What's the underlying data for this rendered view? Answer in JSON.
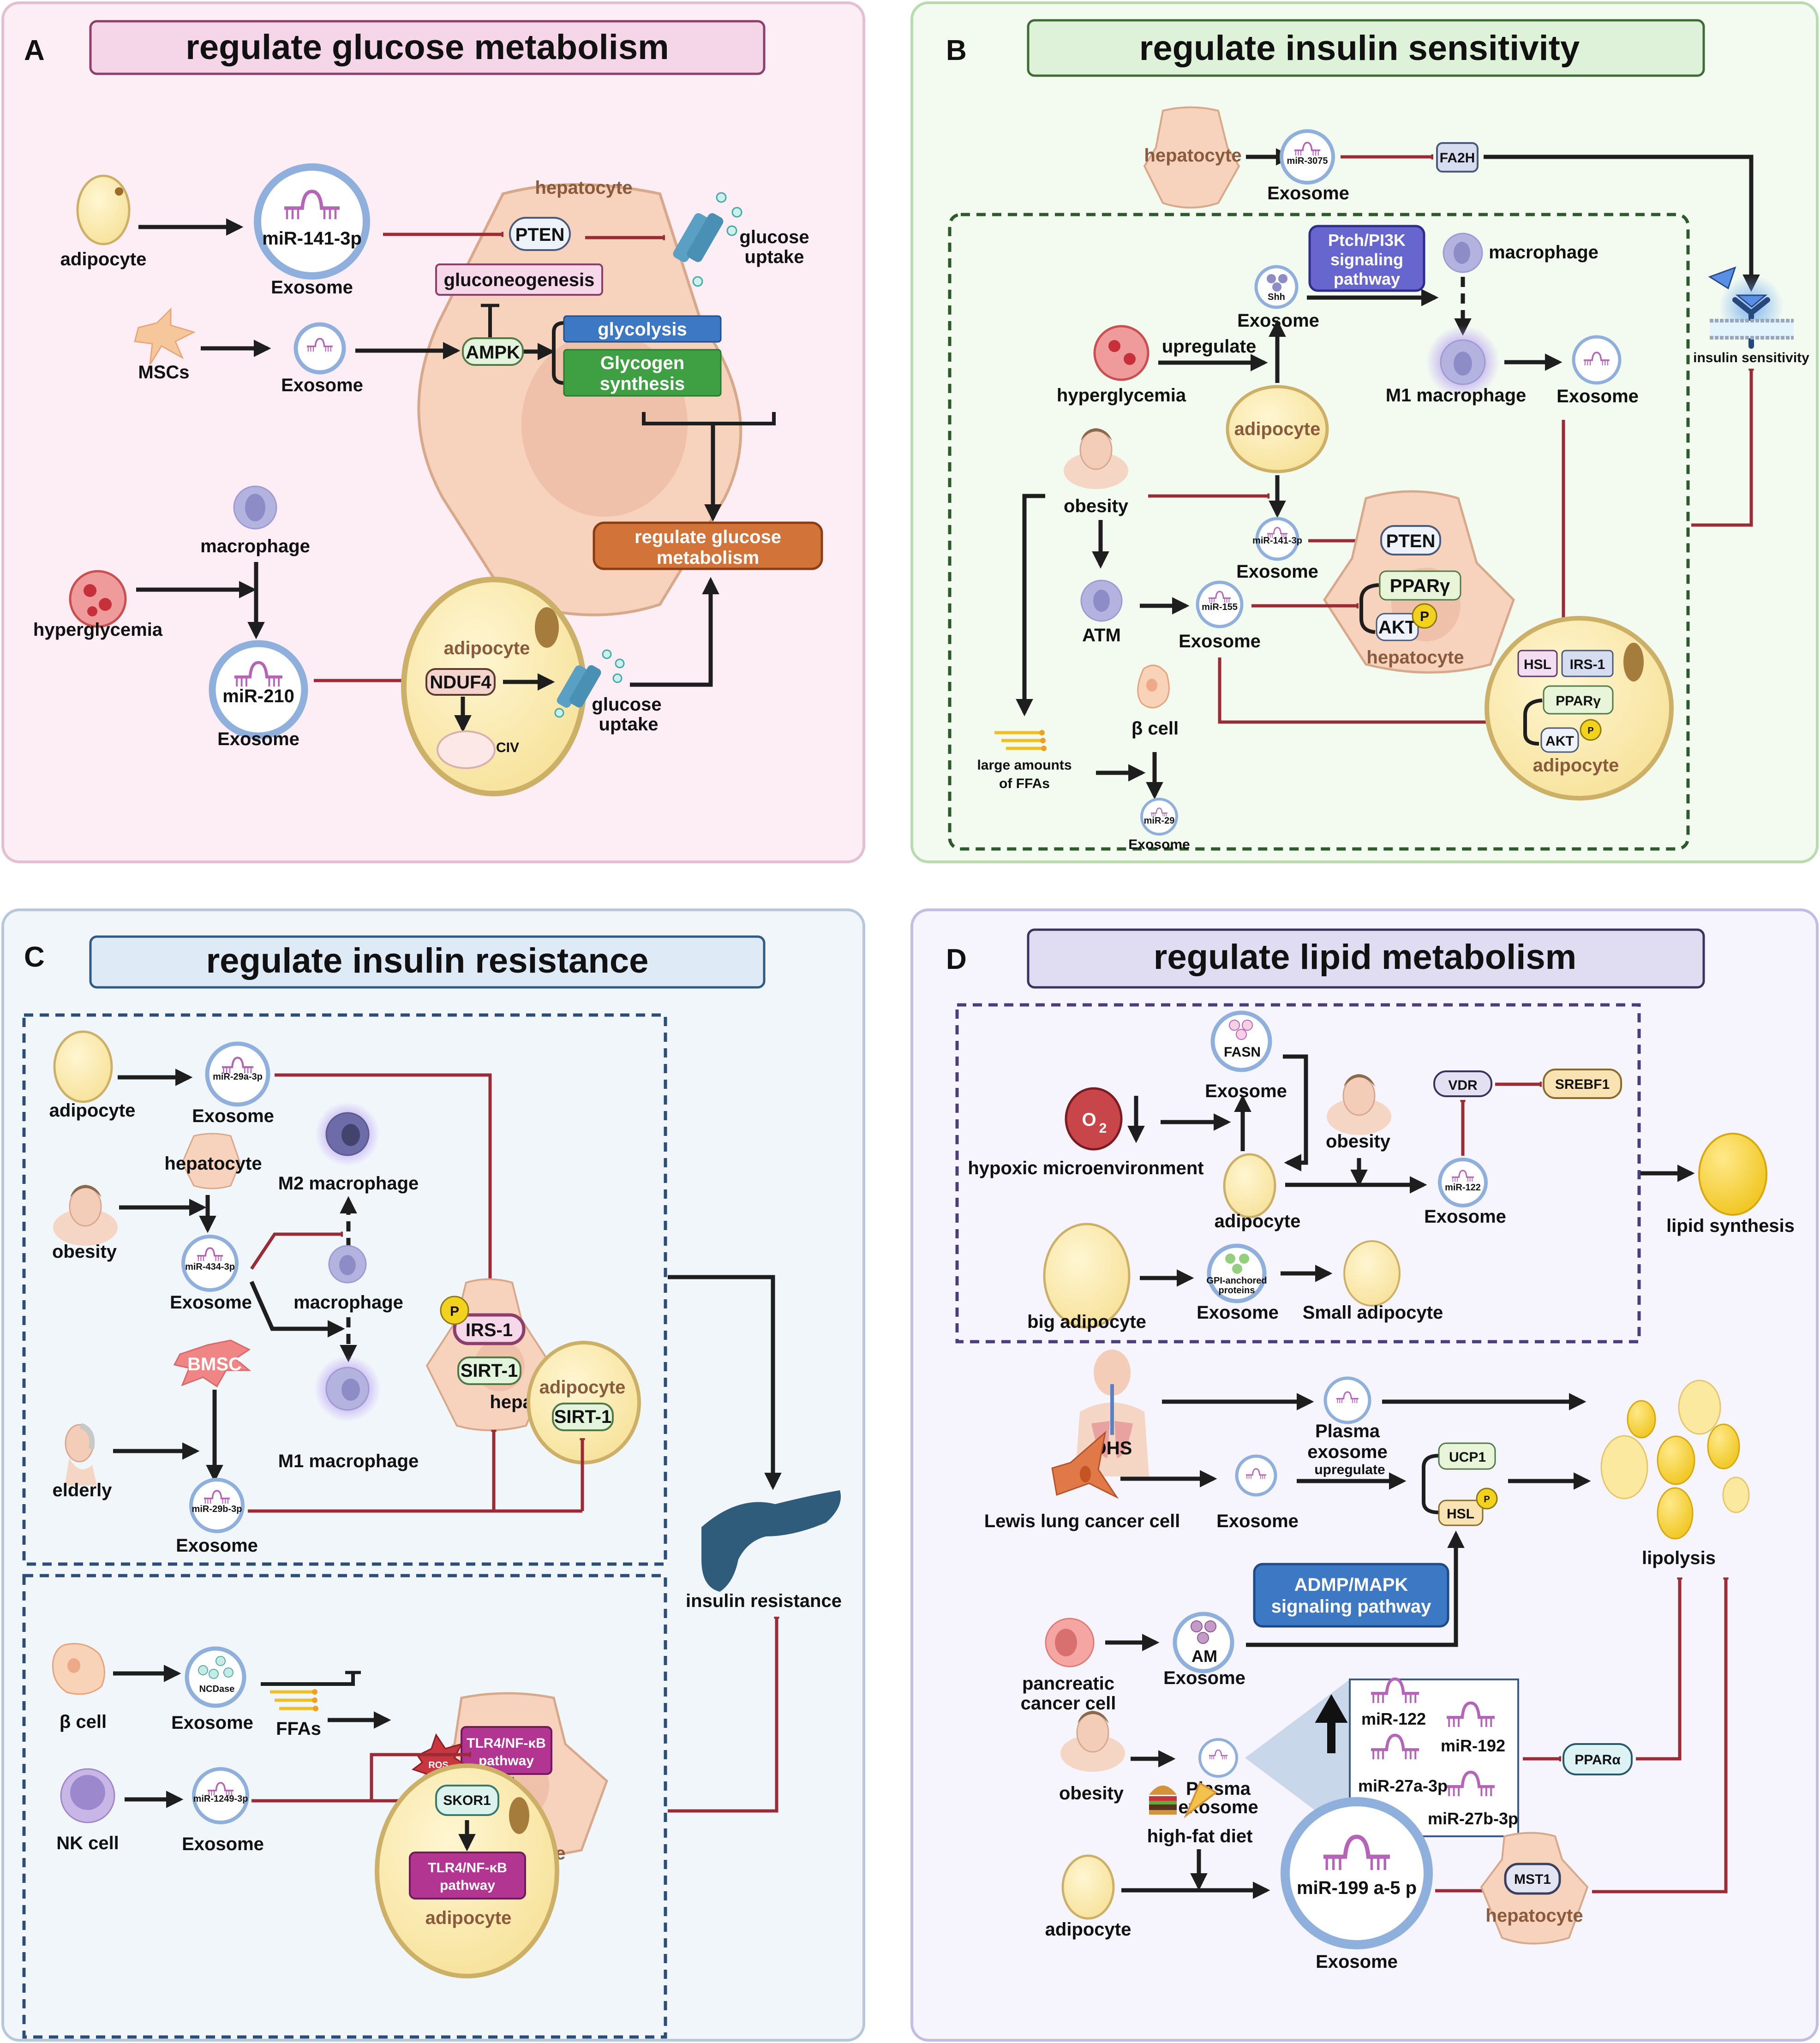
{
  "figure": {
    "panels": {
      "A": {
        "letter": "A",
        "title": "regulate  glucose metabolism",
        "colors": {
          "bg": "#fdeef6",
          "border": "#e3bfd1",
          "title_bg": "#f5d6e8",
          "title_border": "#8e3e6a"
        },
        "nodes": {
          "adipocyte": "adipocyte",
          "exo1_cargo": "miR-141-3p",
          "exo1_label": "Exosome",
          "hepatocyte": "hepatocyte",
          "pten": "PTEN",
          "glucose_uptake_1": "glucose",
          "glucose_uptake_1b": "uptake",
          "gluconeogenesis": "gluconeogenesis",
          "mscs": "MSCs",
          "exo2_label": "Exosome",
          "ampk": "AMPK",
          "glycolysis": "glycolysis",
          "glycogen_1": "Glycogen",
          "glycogen_2": "synthesis",
          "outcome_1": "regulate  glucose",
          "outcome_2": "metabolism",
          "macrophage": "macrophage",
          "hyperglycemia": "hyperglycemia",
          "exo3_cargo": "miR-210",
          "exo3_label": "Exosome",
          "adipocyte_cell": "adipocyte",
          "nduf4": "NDUF4",
          "civ": "CIV",
          "glucose_uptake_2": "glucose",
          "glucose_uptake_2b": "uptake"
        }
      },
      "B": {
        "letter": "B",
        "title": "regulate  insulin sensitivity",
        "colors": {
          "bg": "#f3fbf1",
          "border": "#b9dbb0",
          "title_bg": "#def2d9",
          "title_border": "#3f6b34"
        },
        "nodes": {
          "hepatocyte_top": "hepatocyte",
          "exo_3075_cargo": "miR-3075",
          "exo_3075_label": "Exosome",
          "fa2h": "FA2H",
          "ptch_1": "Ptch/PI3K",
          "ptch_2": "signaling",
          "ptch_3": "pathway",
          "macrophage": "macrophage",
          "exo_shh_cargo": "Shh",
          "exo_shh_label": "Exosome",
          "upregulate": "upregulate",
          "hyperglycemia": "hyperglycemia",
          "adipocyte": "adipocyte",
          "m1_macrophage": "M1 macrophage",
          "exo_m1_label": "Exosome",
          "insulin_sensitivity": "insulin sensitivity",
          "obesity": "obesity",
          "exo_141_cargo": "miR-141-3p",
          "exo_141_label": "Exosome",
          "pten": "PTEN",
          "atm": "ATM",
          "exo_155_cargo": "miR-155",
          "exo_155_label": "Exosome",
          "pparg_hep": "PPARγ",
          "akt_hep": "AKT",
          "p_hep": "P",
          "hepatocyte_mid": "hepatocyte",
          "hsl": "HSL",
          "irs1": "IRS-1",
          "pparg_adi": "PPARγ",
          "akt_adi": "AKT",
          "p_adi": "P",
          "adipocyte_cell": "adipocyte",
          "beta_cell": "β cell",
          "ffa_1": "large amounts",
          "ffa_2": "of FFAs",
          "exo_29_cargo": "miR-29",
          "exo_29_label": "Exosome"
        }
      },
      "C": {
        "letter": "C",
        "title": "regulate  insulin resistance",
        "colors": {
          "bg": "#f1f6fb",
          "border": "#b8c8dc",
          "title_bg": "#deebf7",
          "title_border": "#2f5a86"
        },
        "nodes": {
          "adipocyte": "adipocyte",
          "exo_29a_cargo": "miR-29a-3p",
          "exo_29a_label": "Exosome",
          "hepatocyte_small": "hepatocyte",
          "m2_macrophage": "M2 macrophage",
          "obesity": "obesity",
          "exo_434_cargo": "miR-434-3p",
          "exo_434_label": "Exosome",
          "macrophage": "macrophage",
          "p": "P",
          "irs1": "IRS-1",
          "sirt1_hep": "SIRT-1",
          "hepatocyte": "hepatocyte",
          "adipocyte_cell": "adipocyte",
          "sirt1_adi": "SIRT-1",
          "bmsc": "BMSC",
          "elderly": "elderly",
          "m1_macrophage": "M1 macrophage",
          "exo_29b_cargo": "miR-29b-3p",
          "exo_29b_label": "Exosome",
          "insulin_resistance": "insulin resistance",
          "tlr4_1": "TLR4/NF-κB",
          "tlr4_2": "pathway",
          "ros": "ROS",
          "ffas": "FFAs",
          "beta_cell": "β cell",
          "exo_ncd_cargo": "NCDase",
          "exo_ncd_label": "Exosome",
          "skor1_hep": "SKOR1",
          "hepatocyte_low": "hepatocyte",
          "nk_cell": "NK cell",
          "exo_1249_cargo": "miR-1249-3p",
          "exo_1249_label": "Exosome",
          "skor1_adi": "SKOR1",
          "tlr4_adi_1": "TLR4/NF-κB",
          "tlr4_adi_2": "pathway",
          "adipocyte_low": "adipocyte"
        }
      },
      "D": {
        "letter": "D",
        "title": "regulate lipid metabolism",
        "colors": {
          "bg": "#f6f4fc",
          "border": "#c3bde3",
          "title_bg": "#e0ddf3",
          "title_border": "#3b335f"
        },
        "nodes": {
          "o2": "O",
          "o2_sub": "2",
          "hypoxic": "hypoxic microenvironment",
          "exo_fasn_cargo": "FASN",
          "exo_fasn_label": "Exosome",
          "adipocyte": "adipocyte",
          "obesity": "obesity",
          "vdr": "VDR",
          "srebf1": "SREBF1",
          "exo_122_cargo": "miR-122",
          "exo_122_label": "Exosome",
          "lipid_synthesis": "lipid synthesis",
          "big_adipocyte": "big adipocyte",
          "exo_gpi_cargo_1": "GPI-anchored",
          "exo_gpi_cargo_2": "proteins",
          "exo_gpi_label": "Exosome",
          "small_adipocyte": "Small adipocyte",
          "ohs": "OHS",
          "plasma_1": "Plasma",
          "plasma_2": "exosome",
          "lewis": "Lewis lung cancer cell",
          "exo_lewis_label": "Exosome",
          "upregulate": "upregulate",
          "ucp1": "UCP1",
          "hsl": "HSL",
          "p": "P",
          "lipolysis": "lipolysis",
          "admp_1": "ADMP/MAPK",
          "admp_2": "signaling pathway",
          "pancreatic_1": "pancreatic",
          "pancreatic_2": "cancer cell",
          "exo_am_cargo": "AM",
          "exo_am_label": "Exosome",
          "obesity_2": "obesity",
          "plasma2_1": "Plasma",
          "plasma2_2": "exosome",
          "mirnas": [
            "miR-122",
            "miR-192",
            "miR-27a-3p",
            "miR-27b-3p"
          ],
          "ppara": "PPARα",
          "high_fat": "high-fat diet",
          "adipocyte_2": "adipocyte",
          "exo_199_cargo": "miR-199 a-5 p",
          "exo_199_label": "Exosome",
          "mst1": "MST1",
          "hepatocyte": "hepatocyte"
        }
      }
    },
    "palette": {
      "activation": "#1e1e1e",
      "inhibition": "#9b2c36",
      "exosome_ring": "#8fb0dc",
      "mirna": "#b565b8",
      "adipocyte_fill": "#fbe9a8",
      "adipocyte_stroke": "#cdb068",
      "hepatocyte_fill": "#f7d2bd",
      "hepatocyte_stroke": "#d7a98a",
      "macrophage_fill": "#b4b3e0",
      "phospho": "#f3d21e"
    }
  }
}
